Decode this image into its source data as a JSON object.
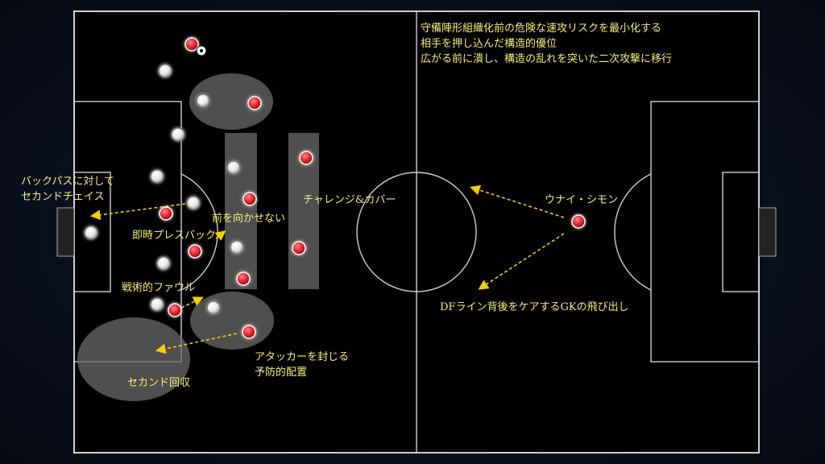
{
  "colors": {
    "pitch": "#000000",
    "line": "#cfcfcf",
    "zone": "#6a6a6a",
    "text": "#f6ef7a",
    "arrow": "#f2d000",
    "red_team": "#e8292f",
    "white_team": "#ffffff"
  },
  "headline": {
    "line1": "守備陣形組織化前の危険な速攻リスクを最小化する",
    "line2": "相手を押し込んだ構造的優位",
    "line3": "広がる前に潰し、構造の乱れを突いた二次攻撃に移行"
  },
  "labels": {
    "back_pass": "バックパスに対して",
    "second_chase": "セカンドチェイス",
    "instant_press": "即時プレスバック",
    "face_forward": "前を向かせない",
    "challenge_cover": "チャレンジ&カバー",
    "tactical_foul": "戦術的ファウル",
    "seal_attacker": "アタッカーを封じる",
    "preventive": "予防的配置",
    "second_recovery": "セカンド回収",
    "gk_name": "ウナイ・シモン",
    "gk_role": "DFライン背後をケアするGKの飛び出し"
  },
  "players": {
    "red": [
      {
        "id": "r-ball-carrier",
        "has_ball": true
      },
      {
        "id": "r-1"
      },
      {
        "id": "r-2"
      },
      {
        "id": "r-3"
      },
      {
        "id": "r-4"
      },
      {
        "id": "r-5"
      },
      {
        "id": "r-6"
      },
      {
        "id": "r-7"
      },
      {
        "id": "r-8"
      },
      {
        "id": "r-9"
      },
      {
        "id": "r-gk"
      }
    ],
    "white": [
      {
        "id": "w-1"
      },
      {
        "id": "w-2"
      },
      {
        "id": "w-3"
      },
      {
        "id": "w-4"
      },
      {
        "id": "w-5"
      },
      {
        "id": "w-6"
      },
      {
        "id": "w-7"
      },
      {
        "id": "w-8"
      },
      {
        "id": "w-9"
      },
      {
        "id": "w-10"
      },
      {
        "id": "w-gk"
      }
    ]
  }
}
